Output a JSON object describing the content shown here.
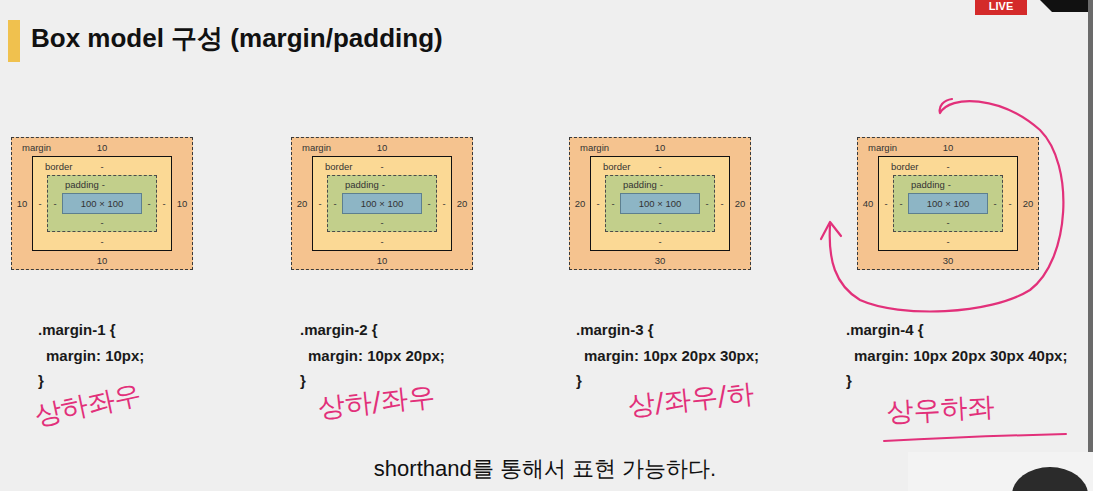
{
  "diagram": {
    "title": "Box model 구성 (margin/padding)",
    "caption": "shorthand를 통해서 표현 가능하다.",
    "nodes": [
      {
        "text": [
          "margin",
          "10",
          "10",
          "10",
          "10"
        ]
      },
      {
        "text": [
          "border",
          "-",
          "-",
          "-",
          "-"
        ],
        "in": 0
      },
      {
        "text": [
          "padding",
          "-",
          "-",
          "-",
          "-"
        ],
        "in": 1
      },
      {
        "text": [
          "100 × 100"
        ],
        "in": 2
      },
      {
        "text": [
          "margin",
          "10",
          "20",
          "20",
          "10"
        ]
      },
      {
        "text": [
          "border",
          "-",
          "-",
          "-",
          "-"
        ],
        "in": 4
      },
      {
        "text": [
          "padding",
          "-",
          "-",
          "-",
          "-"
        ],
        "in": 5
      },
      {
        "text": [
          "100 × 100"
        ],
        "in": 6
      },
      {
        "text": [
          "margin",
          "10",
          "20",
          "20",
          "30"
        ]
      },
      {
        "text": [
          "border",
          "-",
          "-",
          "-",
          "-"
        ],
        "in": 8
      },
      {
        "text": [
          "padding",
          "-",
          "-",
          "-",
          "-"
        ],
        "in": 9
      },
      {
        "text": [
          "100 × 100"
        ],
        "in": 10
      },
      {
        "text": [
          "margin",
          "10",
          "40",
          "20",
          "30"
        ]
      },
      {
        "text": [
          "border",
          "-",
          "-",
          "-",
          "-"
        ],
        "in": 12
      },
      {
        "text": [
          "padding",
          "-",
          "-",
          "-",
          "-"
        ],
        "in": 13
      },
      {
        "text": [
          "100 × 100"
        ],
        "in": 14
      }
    ],
    "labels": [
      "LIVE",
      ".margin-1 {",
      "margin: 10px;",
      "}",
      ".margin-2 {",
      "margin: 10px 20px;",
      "}",
      ".margin-3 {",
      "margin: 10px 20px 30px;",
      "}",
      ".margin-4 {",
      "margin: 10px 20px 30px 40px;",
      "}",
      "상하좌우",
      "상하/좌우",
      "상/좌우/하",
      "상우하좌"
    ]
  }
}
